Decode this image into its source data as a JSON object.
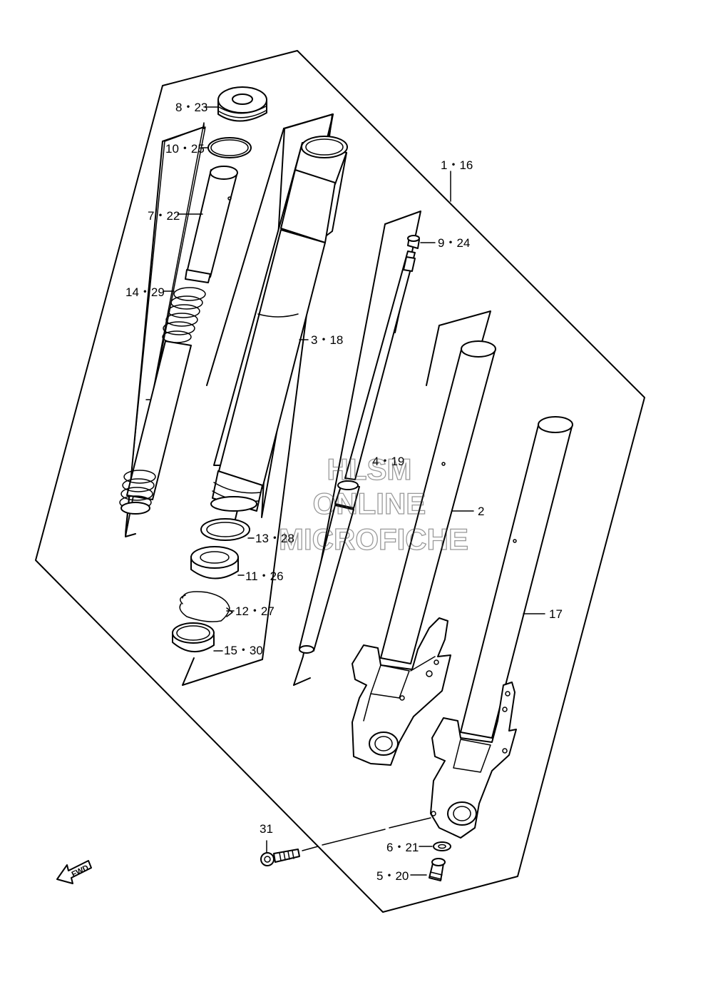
{
  "labels": {
    "l_8_23": "8・23",
    "l_10_25": "10・25",
    "l_7_22": "7・22",
    "l_14_29": "14・29",
    "l_3_18": "3・18",
    "l_1_16": "1・16",
    "l_9_24": "9・24",
    "l_4_19": "4・19",
    "l_2": "2",
    "l_13_28": "13・28",
    "l_11_26": "11・26",
    "l_12_27": "12・27",
    "l_15_30": "15・30",
    "l_17": "17",
    "l_31": "31",
    "l_6_21": "6・21",
    "l_5_20": "5・20"
  },
  "direction_badge": "FWD",
  "watermark": {
    "line1": "HLSM",
    "line2": "ONLINE",
    "line3": "MICROFICHE"
  }
}
